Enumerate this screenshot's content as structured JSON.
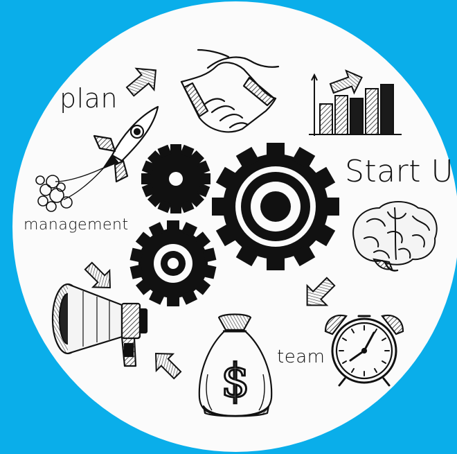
{
  "words": {
    "plan": "plan",
    "startup": "Start Up",
    "management": "management",
    "team": "team"
  },
  "money_bag": {
    "symbol": "$"
  },
  "colors": {
    "background": "#0aaeea",
    "disc": "#fbfbfb",
    "ink": "#111111"
  },
  "icons": [
    "handshake-icon",
    "growth-chart-icon",
    "rocket-icon",
    "gear-large-icon",
    "gear-small-top-icon",
    "gear-small-bottom-icon",
    "brain-icon",
    "alarm-clock-icon",
    "money-bag-icon",
    "megaphone-icon",
    "arrow-icon"
  ]
}
